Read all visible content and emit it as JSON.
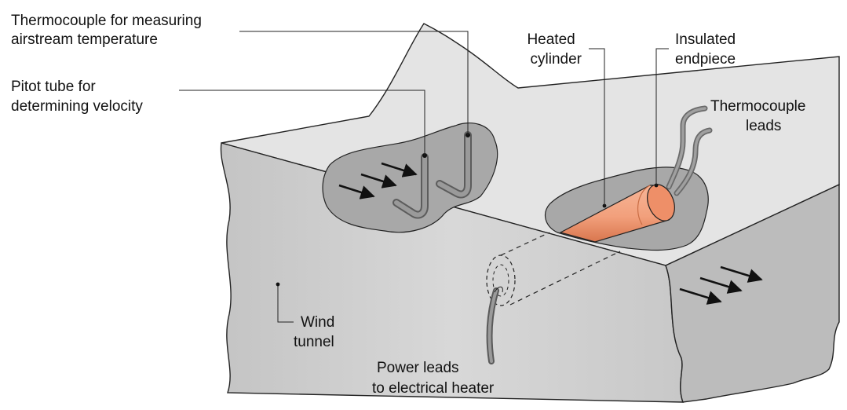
{
  "labels": {
    "thermocouple_airstream": [
      "Thermocouple for measuring",
      "airstream temperature"
    ],
    "pitot_tube": [
      "Pitot tube for",
      "determining velocity"
    ],
    "heated_cylinder": [
      "Heated",
      "cylinder"
    ],
    "insulated_endpiece": [
      "Insulated",
      "endpiece"
    ],
    "thermocouple_leads": [
      "Thermocouple",
      "leads"
    ],
    "wind_tunnel": [
      "Wind",
      "tunnel"
    ],
    "power_leads": [
      "Power leads",
      "to electrical heater"
    ]
  },
  "colors": {
    "tunnel_top": "#e6e6e6",
    "tunnel_side": "#cfcfcf",
    "tunnel_end": "#b9b9b9",
    "cutout": "#a9a9a9",
    "cylinder": "#f2a07c",
    "cylinder_end": "#ee8f68",
    "tube": "#8c8c8c"
  }
}
